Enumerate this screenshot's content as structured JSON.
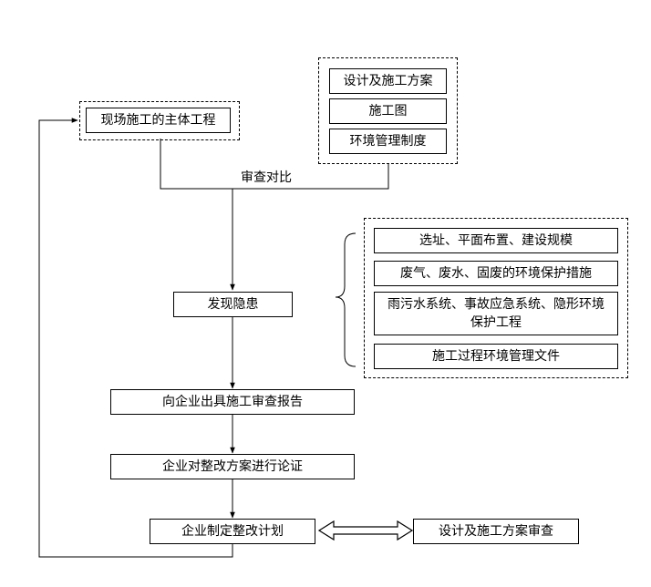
{
  "nodes": {
    "main_project": "现场施工的主体工程",
    "design_plan": "设计及施工方案",
    "construction_drawing": "施工图",
    "env_management_system": "环境管理制度",
    "review_compare": "审查对比",
    "find_hazard": "发现隐患",
    "site_selection": "选址、平面布置、建设规模",
    "waste_measures": "废气、废水、固废的环境保护措施",
    "drainage_systems": "雨污水系统、事故应急系统、隐形环境保护工程",
    "construction_docs": "施工过程环境管理文件",
    "issue_report": "向企业出具施工审查报告",
    "rectification_review": "企业对整改方案进行论证",
    "rectification_plan": "企业制定整改计划",
    "design_review": "设计及施工方案审查"
  }
}
